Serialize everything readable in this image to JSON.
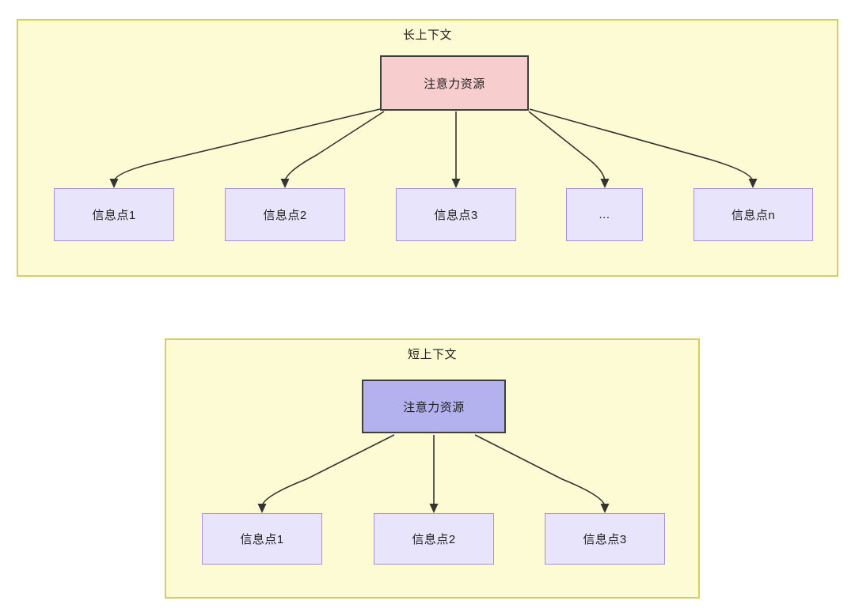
{
  "diagram": {
    "type": "flow",
    "background": "#ffffff",
    "panel_fill": "#fdfbd4",
    "panel_border": "#d6cf5a",
    "edge_color": "#333333",
    "panels": [
      {
        "id": "long-context",
        "title": "长上下文",
        "root": {
          "label": "注意力资源",
          "fill": "#f8cdcd",
          "border": "#3f3f3f"
        },
        "leaves": [
          {
            "label": "信息点1"
          },
          {
            "label": "信息点2"
          },
          {
            "label": "信息点3"
          },
          {
            "label": "..."
          },
          {
            "label": "信息点n"
          }
        ],
        "leaf_fill": "#e7e4fb",
        "leaf_border": "#ab8ee0"
      },
      {
        "id": "short-context",
        "title": "短上下文",
        "root": {
          "label": "注意力资源",
          "fill": "#b3b2ef",
          "border": "#3f3f3f"
        },
        "leaves": [
          {
            "label": "信息点1"
          },
          {
            "label": "信息点2"
          },
          {
            "label": "信息点3"
          }
        ],
        "leaf_fill": "#e7e4fb",
        "leaf_border": "#ab8ee0"
      }
    ]
  }
}
